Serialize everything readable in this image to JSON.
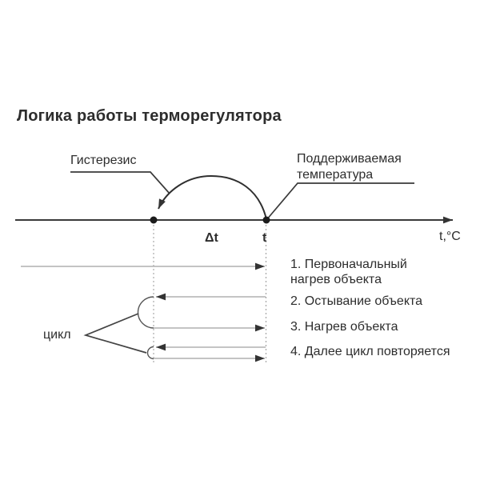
{
  "title": "Логика работы терморегулятора",
  "diagram": {
    "hysteresis_label": "Гистерезис",
    "maintained_temp_line1": "Поддерживаемая",
    "maintained_temp_line2": "температура",
    "delta_t_label": "Δt",
    "t_label": "t",
    "axis_unit_label": "t,°C",
    "cycle_label": "цикл"
  },
  "steps": [
    {
      "lines": [
        "1. Первоначальный",
        "нагрев объекта"
      ]
    },
    {
      "lines": [
        "2. Остывание объекта"
      ]
    },
    {
      "lines": [
        "3. Нагрев объекта"
      ]
    },
    {
      "lines": [
        "4. Далее цикл повторяется"
      ]
    }
  ],
  "colors": {
    "ink": "#2d2d2d",
    "stroke_dark": "#3a3a3a",
    "stroke_gray": "#b0b0b0",
    "dash_gray": "#9a9a9a",
    "background": "#ffffff"
  }
}
